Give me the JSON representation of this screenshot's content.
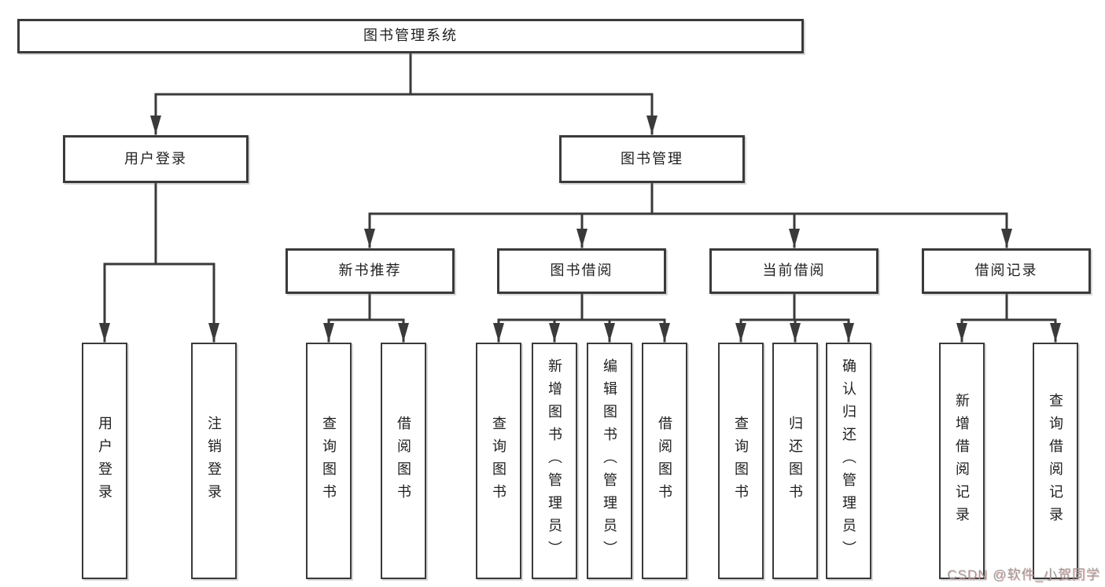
{
  "title": {
    "label": "图书管理系统"
  },
  "nodes": {
    "user_login": "用户登录",
    "book_mgmt": "图书管理",
    "new_book_rec": "新书推荐",
    "book_borrow": "图书借阅",
    "current_borrow": "当前借阅",
    "borrow_records": "借阅记录"
  },
  "leaves": {
    "login": [
      "用户登录",
      "注销登录"
    ],
    "new_book": [
      "查询图书",
      "借阅图书"
    ],
    "borrow": [
      "查询图书",
      "新增图书（管理员）",
      "编辑图书（管理员）",
      "借阅图书"
    ],
    "current": [
      "查询图书",
      "归还图书",
      "确认归还（管理员）"
    ],
    "records": [
      "新增借阅记录",
      "查询借阅记录"
    ]
  },
  "watermark": "CSDN @软件_小贺同学",
  "colors": {
    "line": "#3a3a3a",
    "box_border": "#3a3a3a",
    "box_fill": "#ffffff",
    "text": "#1f1f1f",
    "watermark": "#9b9b9b"
  }
}
